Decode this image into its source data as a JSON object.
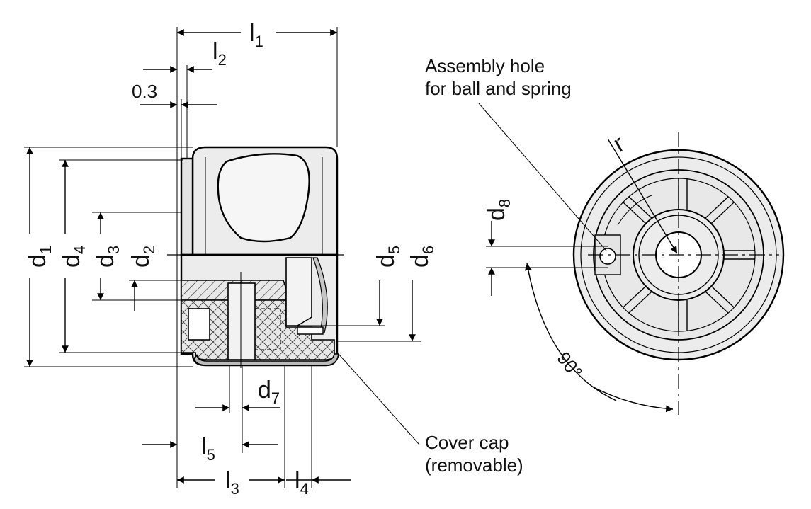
{
  "labels": {
    "l1": {
      "main": "l",
      "sub": "1"
    },
    "l2": {
      "main": "l",
      "sub": "2"
    },
    "l3": {
      "main": "l",
      "sub": "3"
    },
    "l4": {
      "main": "l",
      "sub": "4"
    },
    "l5": {
      "main": "l",
      "sub": "5"
    },
    "d1": {
      "main": "d",
      "sub": "1"
    },
    "d2": {
      "main": "d",
      "sub": "2"
    },
    "d3": {
      "main": "d",
      "sub": "3"
    },
    "d4": {
      "main": "d",
      "sub": "4"
    },
    "d5": {
      "main": "d",
      "sub": "5"
    },
    "d6": {
      "main": "d",
      "sub": "6"
    },
    "d7": {
      "main": "d",
      "sub": "7"
    },
    "d8": {
      "main": "d",
      "sub": "8"
    },
    "gap": "0.3",
    "radius": "r",
    "angle": "90°"
  },
  "notes": {
    "assembly_line1": "Assembly hole",
    "assembly_line2": "for ball and spring",
    "cover_line1": "Cover cap",
    "cover_line2": "(removable)"
  }
}
